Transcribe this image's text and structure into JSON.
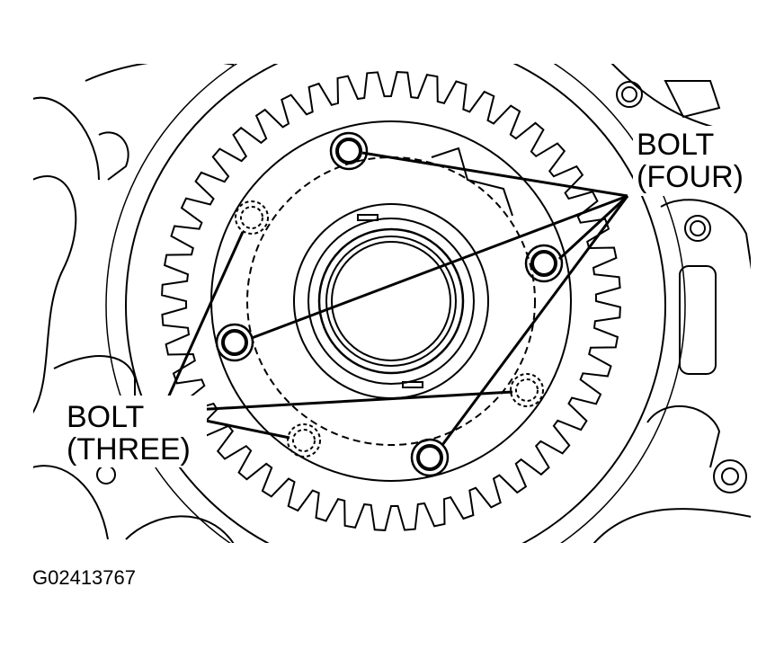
{
  "labels": {
    "bolt_four_line1": "BOLT",
    "bolt_four_line2": "(FOUR)",
    "bolt_three_line1": "BOLT",
    "bolt_three_line2": "(THREE)"
  },
  "figure_id": "G02413767",
  "colors": {
    "line": "#000000",
    "background": "#ffffff"
  }
}
